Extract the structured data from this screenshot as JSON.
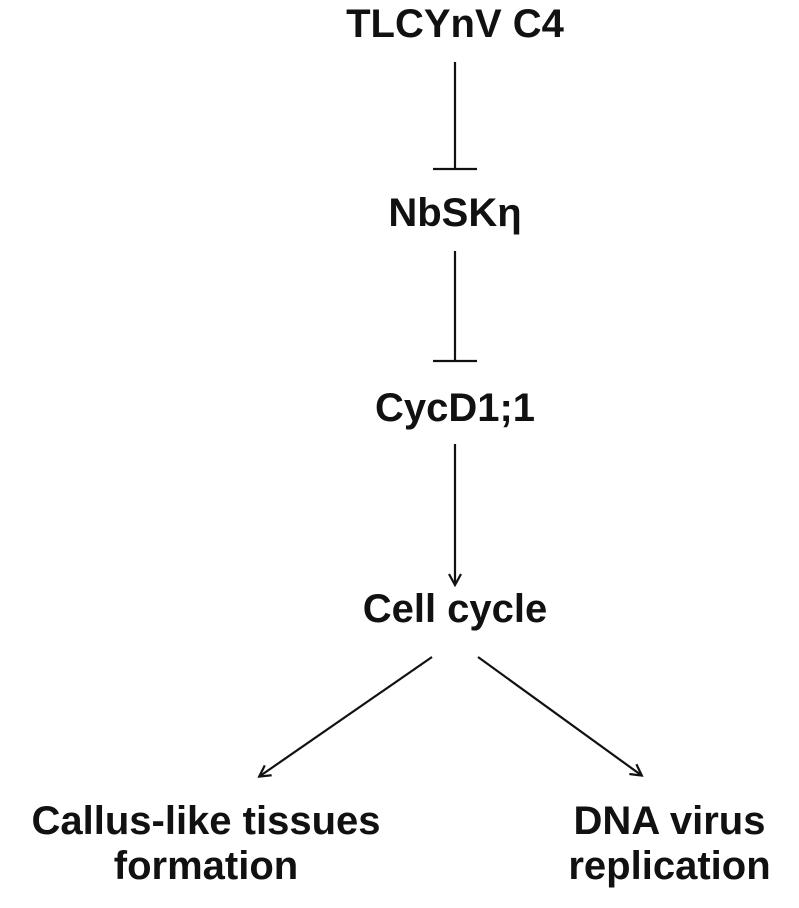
{
  "nodes": {
    "tlcynv_c4": "TLCYnV C4",
    "nbsk": "NbSKη",
    "cycd": "CycD1;1",
    "cell_cycle": "Cell cycle",
    "callus_line1": "Callus-like tissues",
    "callus_line2": "formation",
    "dna_line1": "DNA virus",
    "dna_line2": "replication"
  },
  "edges": [
    {
      "from": "tlcynv_c4",
      "to": "nbsk",
      "type": "inhibition"
    },
    {
      "from": "nbsk",
      "to": "cycd",
      "type": "inhibition"
    },
    {
      "from": "cycd",
      "to": "cell_cycle",
      "type": "activation"
    },
    {
      "from": "cell_cycle",
      "to": "callus_line1",
      "type": "activation"
    },
    {
      "from": "cell_cycle",
      "to": "dna_line1",
      "type": "activation"
    }
  ],
  "colors": {
    "line": "#111111",
    "text": "#111111",
    "background": "#ffffff"
  }
}
